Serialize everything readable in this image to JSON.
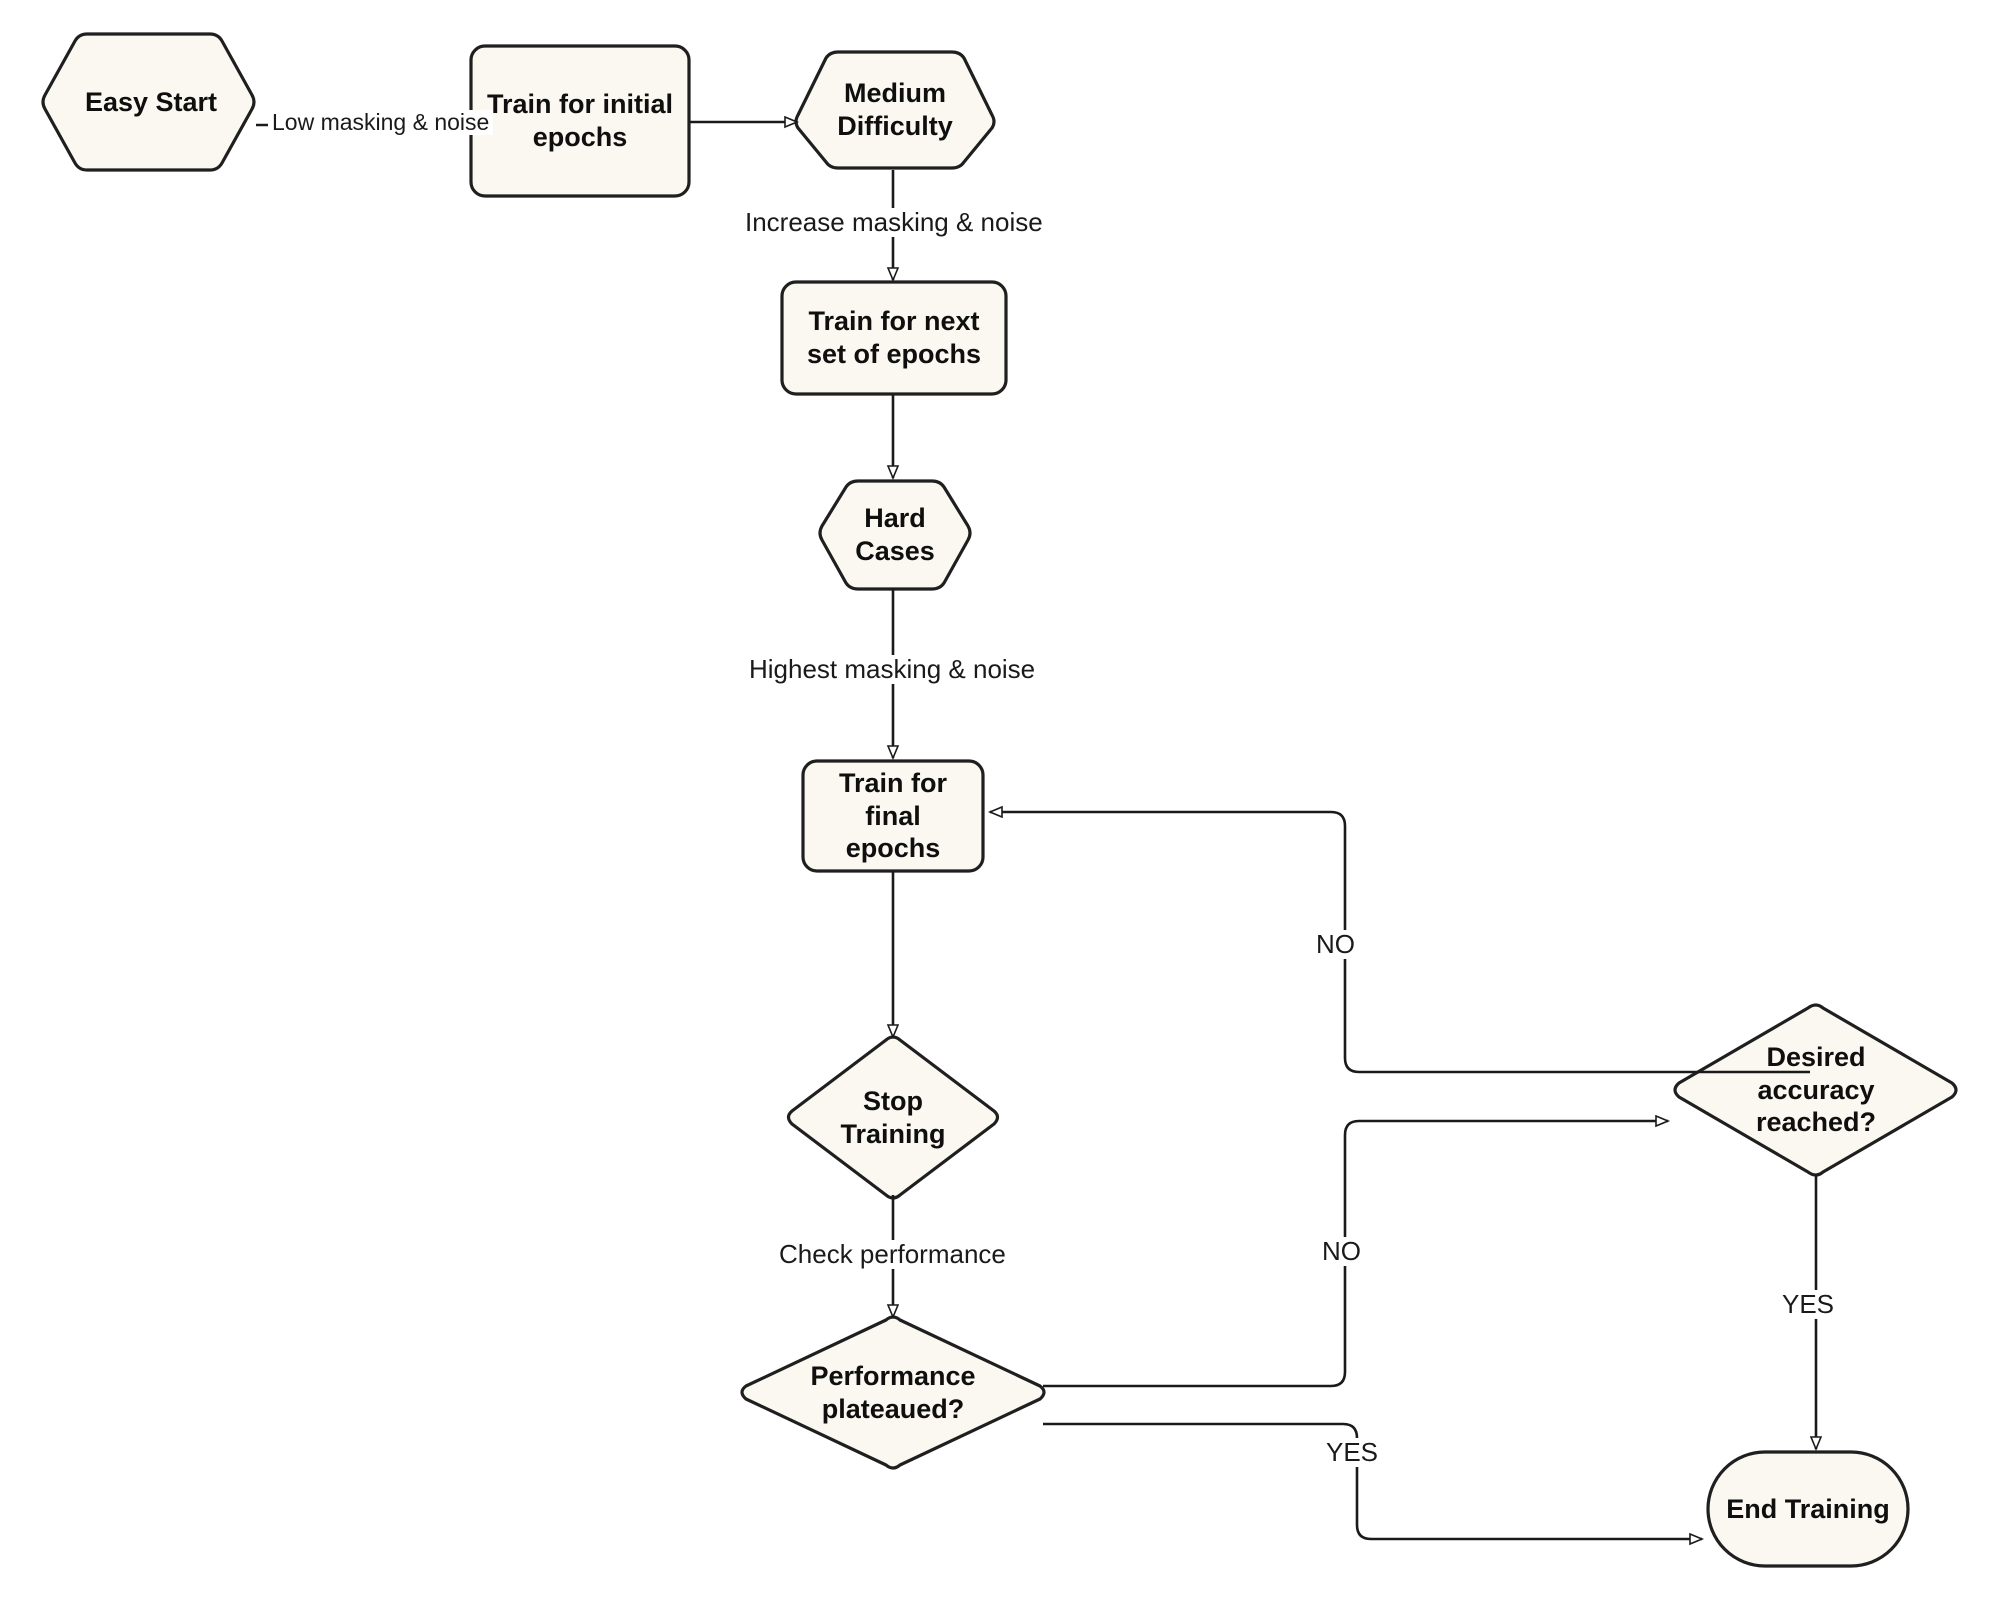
{
  "diagram": {
    "title": "Curriculum training flowchart",
    "background_color": "#ffffff",
    "node_fill": "#faf8f0",
    "node_stroke": "#1f1f1f",
    "edge_color": "#1a1a1a",
    "text_color": "#0f0f0f"
  },
  "nodes": {
    "easy_start": {
      "label": "Easy Start",
      "shape": "hexagon"
    },
    "train_initial": {
      "label": "Train for initial\nepochs",
      "shape": "rounded-rect"
    },
    "medium_difficulty": {
      "label": "Medium\nDifficulty",
      "shape": "hexagon"
    },
    "train_next": {
      "label": "Train for next\nset of epochs",
      "shape": "rounded-rect"
    },
    "hard_cases": {
      "label": "Hard\nCases",
      "shape": "hexagon"
    },
    "train_final": {
      "label": "Train for\nfinal\nepochs",
      "shape": "rounded-rect"
    },
    "stop_training": {
      "label": "Stop\nTraining",
      "shape": "diamond"
    },
    "performance_plateaued": {
      "label": "Performance\nplateaued?",
      "shape": "diamond"
    },
    "desired_accuracy": {
      "label": "Desired\naccuracy\nreached?",
      "shape": "diamond"
    },
    "end_training": {
      "label": "End Training",
      "shape": "stadium"
    }
  },
  "edges": [
    {
      "id": "e1",
      "from": "easy_start",
      "to": "train_initial",
      "label": "Low masking & noise"
    },
    {
      "id": "e2",
      "from": "train_initial",
      "to": "medium_difficulty",
      "label": ""
    },
    {
      "id": "e3",
      "from": "medium_difficulty",
      "to": "train_next",
      "label": "Increase masking & noise"
    },
    {
      "id": "e4",
      "from": "train_next",
      "to": "hard_cases",
      "label": ""
    },
    {
      "id": "e5",
      "from": "hard_cases",
      "to": "train_final",
      "label": "Highest masking & noise"
    },
    {
      "id": "e6",
      "from": "train_final",
      "to": "stop_training",
      "label": ""
    },
    {
      "id": "e7",
      "from": "stop_training",
      "to": "performance_plateaued",
      "label": "Check performance"
    },
    {
      "id": "e8",
      "from": "performance_plateaued",
      "to": "desired_accuracy",
      "label": "NO"
    },
    {
      "id": "e9",
      "from": "performance_plateaued",
      "to": "end_training",
      "label": "YES"
    },
    {
      "id": "e10",
      "from": "desired_accuracy",
      "to": "train_final",
      "label": "NO"
    },
    {
      "id": "e11",
      "from": "desired_accuracy",
      "to": "end_training",
      "label": "YES"
    }
  ],
  "edge_labels": {
    "low_masking": "Low masking & noise",
    "increase_masking": "Increase masking & noise",
    "highest_masking": "Highest masking & noise",
    "check_performance": "Check performance",
    "no_top": "NO",
    "no_bottom": "NO",
    "yes_left": "YES",
    "yes_right": "YES"
  }
}
